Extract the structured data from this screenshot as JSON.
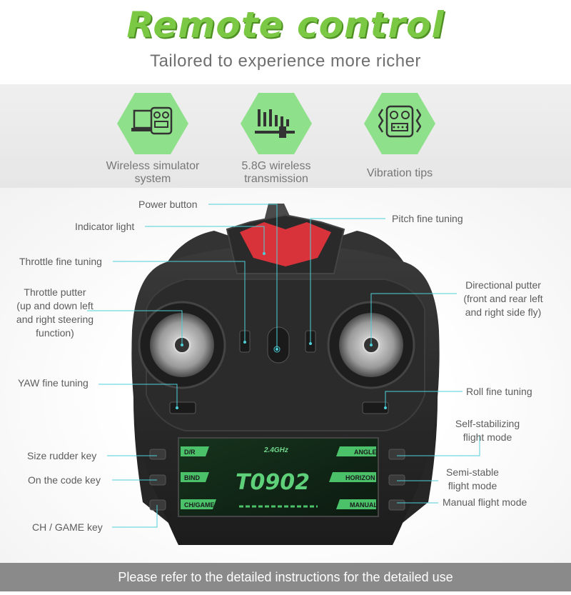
{
  "title": "Remote control",
  "subtitle": "Tailored to experience more richer",
  "features": [
    {
      "icon": "laptop-controller-icon",
      "label_line1": "Wireless simulator",
      "label_line2": "system"
    },
    {
      "icon": "signal-bars-icon",
      "label_line1": "5.8G wireless",
      "label_line2": "transmission"
    },
    {
      "icon": "vibrating-controller-icon",
      "label_line1": "Vibration tips",
      "label_line2": ""
    }
  ],
  "callouts": {
    "power_button": "Power button",
    "indicator_light": "Indicator light",
    "pitch_fine_tuning": "Pitch fine tuning",
    "throttle_fine_tuning": "Throttle fine tuning",
    "throttle_putter": [
      "Throttle putter",
      "(up and down left",
      "and right steering",
      "function)"
    ],
    "directional_putter": [
      "Directional putter",
      "(front and rear left",
      "and right side fly)"
    ],
    "yaw_fine_tuning": "YAW fine tuning",
    "roll_fine_tuning": "Roll fine tuning",
    "self_stabilizing": [
      "Self-stabilizing",
      "flight mode"
    ],
    "size_rudder_key": "Size rudder key",
    "code_key": "On the code key",
    "semi_stable": [
      "Semi-stable",
      "flight mode"
    ],
    "manual_flight": "Manual flight mode",
    "ch_game_key": "CH / GAME key"
  },
  "lcd": {
    "band": "2.4GHz",
    "model": "T0902",
    "left_keys": [
      "D/R",
      "BIND",
      "CH/GAME"
    ],
    "right_keys": [
      "ANGLE",
      "HORIZON",
      "MANUAL"
    ]
  },
  "footer": "Please refer to the detailed instructions for the detailed use",
  "colors": {
    "accent": "#7ac843",
    "hex_bg": "#8fe08a",
    "leader": "#4fd0d8",
    "body": "#2e2e2e",
    "power": "#d8333a"
  }
}
